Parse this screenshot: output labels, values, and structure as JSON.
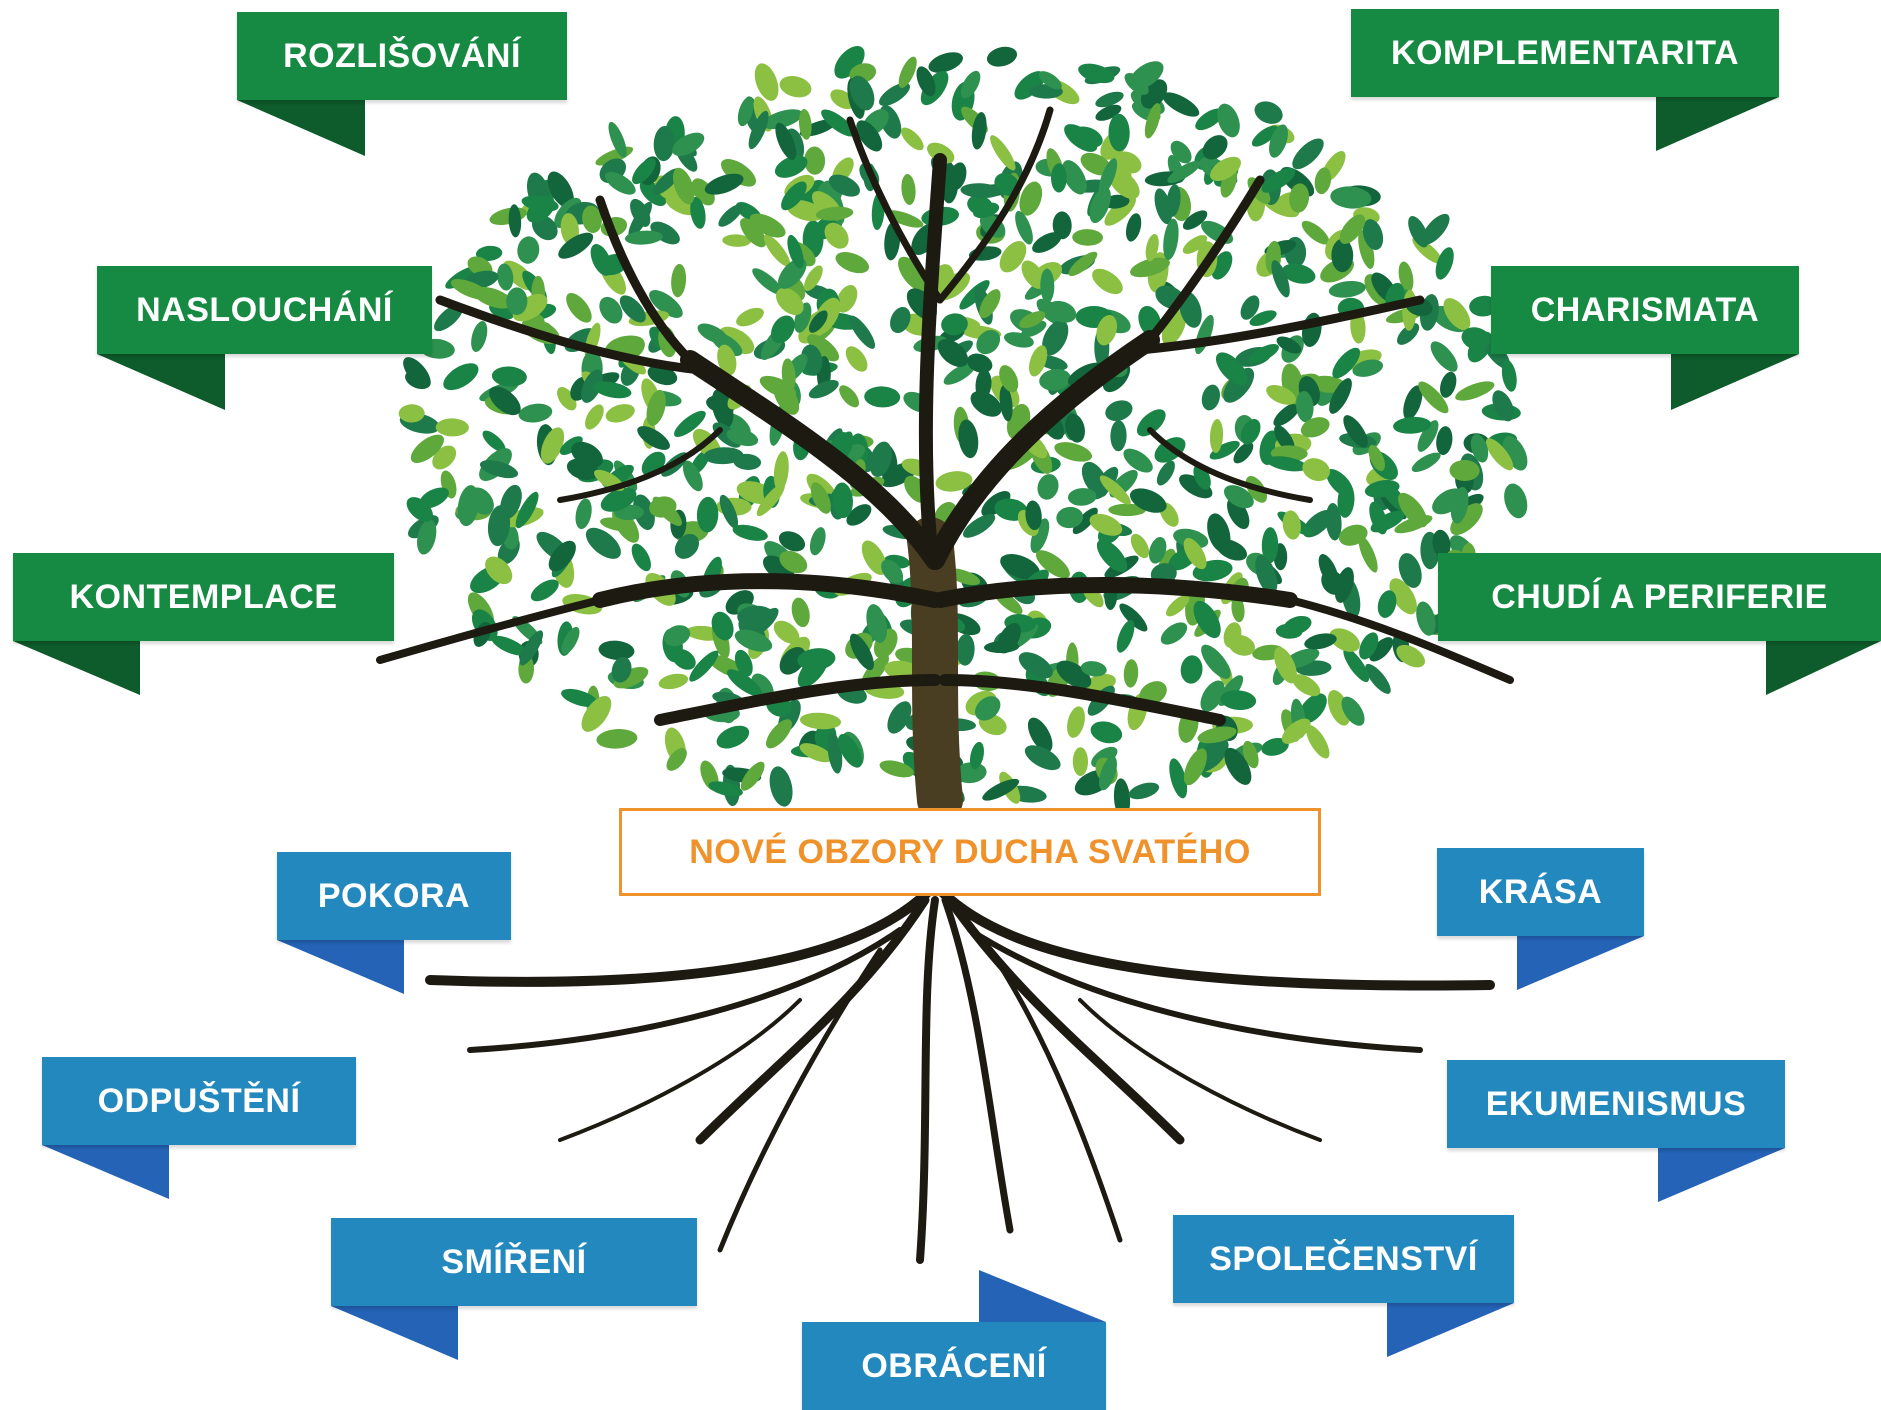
{
  "center": {
    "title": "NOVÉ OBZORY DUCHA SVATÉHO",
    "color": "#f0922b"
  },
  "colors": {
    "green_ribbon": "#168a42",
    "green_fold": "#0e5b2b",
    "blue_ribbon": "#2388bd",
    "blue_fold": "#2563b6",
    "trunk": "#5a4a2a",
    "leaf_dark": "#1e7a4a",
    "leaf_light": "#8cc043"
  },
  "green_ribbons": [
    {
      "id": "rozlisovani",
      "label": "ROZLIŠOVÁNÍ"
    },
    {
      "id": "komplementarita",
      "label": "KOMPLEMENTARITA"
    },
    {
      "id": "nasloucháni",
      "label": "NASLOUCHÁNÍ"
    },
    {
      "id": "charismata",
      "label": "CHARISMATA"
    },
    {
      "id": "kontemplace",
      "label": "KONTEMPLACE"
    },
    {
      "id": "chudi-a-periferie",
      "label": "CHUDÍ A PERIFERIE"
    }
  ],
  "blue_ribbons": [
    {
      "id": "pokora",
      "label": "POKORA"
    },
    {
      "id": "krasa",
      "label": "KRÁSA"
    },
    {
      "id": "odpusteni",
      "label": "ODPUŠTĚNÍ"
    },
    {
      "id": "ekumenismus",
      "label": "EKUMENISMUS"
    },
    {
      "id": "smireni",
      "label": "SMÍŘENÍ"
    },
    {
      "id": "spolecenstvi",
      "label": "SPOLEČENSTVÍ"
    },
    {
      "id": "obraceni",
      "label": "OBRÁCENÍ"
    }
  ]
}
